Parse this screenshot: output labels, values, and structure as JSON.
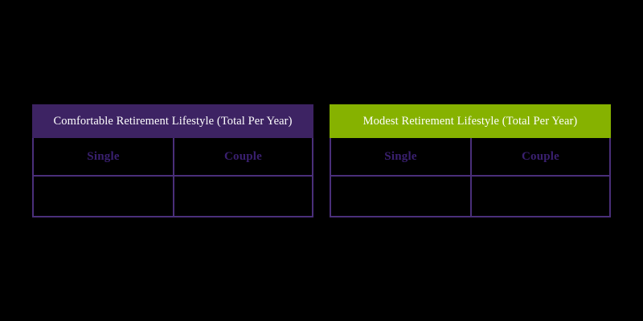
{
  "page": {
    "background_color": "#000000"
  },
  "theme": {
    "purple_header_bg": "#3d2363",
    "green_header_bg": "#86b200",
    "header_text_color": "#ffffff",
    "border_color": "#4a2f7a",
    "cell_bg": "#000000",
    "label_text_color": "#3a2070"
  },
  "tables": [
    {
      "id": "comfortable-retirement",
      "title": "Comfortable Retirement Lifestyle (Total Per Year)",
      "header_bg": "#3d2363",
      "columns": [
        "Single",
        "Couple"
      ],
      "rows": [
        {
          "cells": [
            "",
            ""
          ]
        }
      ]
    },
    {
      "id": "modest-retirement",
      "title": "Modest Retirement Lifestyle (Total Per Year)",
      "header_bg": "#86b200",
      "columns": [
        "Single",
        "Couple"
      ],
      "rows": [
        {
          "cells": [
            "",
            ""
          ]
        }
      ]
    }
  ]
}
